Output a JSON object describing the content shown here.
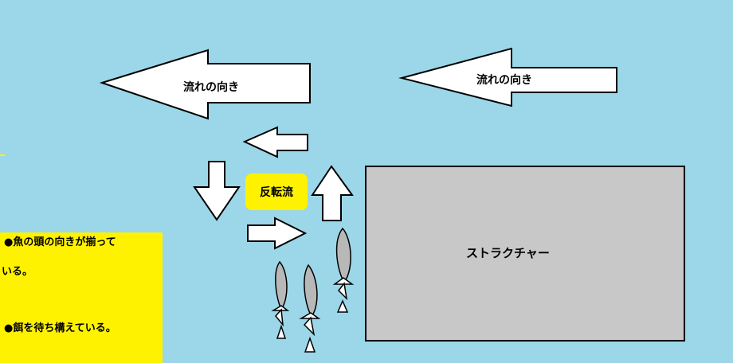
{
  "labels": {
    "flow_direction_1": "流れの向き",
    "flow_direction_2": "流れの向き",
    "reverse_current": "反転流",
    "structure": "ストラクチャー"
  },
  "notes": {
    "line1": "●魚の頭の向きが揃って",
    "line1_cont": "いる。",
    "line2": "●餌を待ち構えている。"
  },
  "colors": {
    "water": "#9BD7E8",
    "highlight": "#FFF200",
    "structure_fill": "#C8C8C8",
    "fish_fill": "#B8B8B8"
  }
}
